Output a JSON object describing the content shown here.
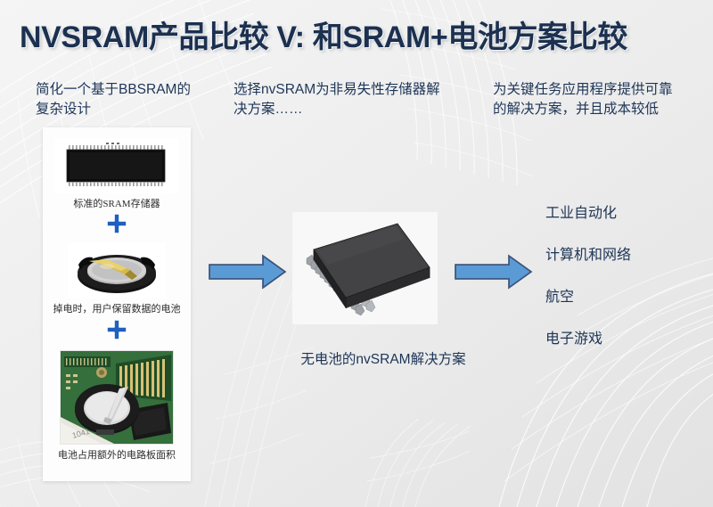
{
  "slide": {
    "title": "NVSRAM产品比较 V: 和SRAM+电池方案比较",
    "title_color": "#1c3050",
    "background_color": "#ececec",
    "accent_blue": "#5B9BD5",
    "accent_blue_dark": "#1F3864",
    "plus_blue": "#1F5FBF"
  },
  "lead_texts": {
    "left": "简化一个基于BBSRAM的\n复杂设计",
    "center": "选择nvSRAM为非易失性存储器解\n决方案……",
    "right": "为关键任务应用程序提供可靠\n的解决方案，并且成本较低"
  },
  "left_stack": {
    "items": [
      {
        "image_name": "sram-chip-photo",
        "caption": "标准的SRAM存储器"
      },
      {
        "image_name": "coin-battery-photo",
        "caption": "掉电时，用户保留数据的电池"
      },
      {
        "image_name": "pcb-battery-photo",
        "caption": "电池占用额外的电路板面积"
      }
    ],
    "separator_icon": "plus-icon"
  },
  "center": {
    "image_name": "nvsram-chip-photo",
    "caption": "无电池的nvSRAM解决方案"
  },
  "arrows": {
    "left_arrow_name": "arrow-right-to-nvsram",
    "right_arrow_name": "arrow-right-to-applications"
  },
  "applications": {
    "items": [
      "工业自动化",
      "计算机和网络",
      "航空",
      "电子游戏"
    ]
  }
}
